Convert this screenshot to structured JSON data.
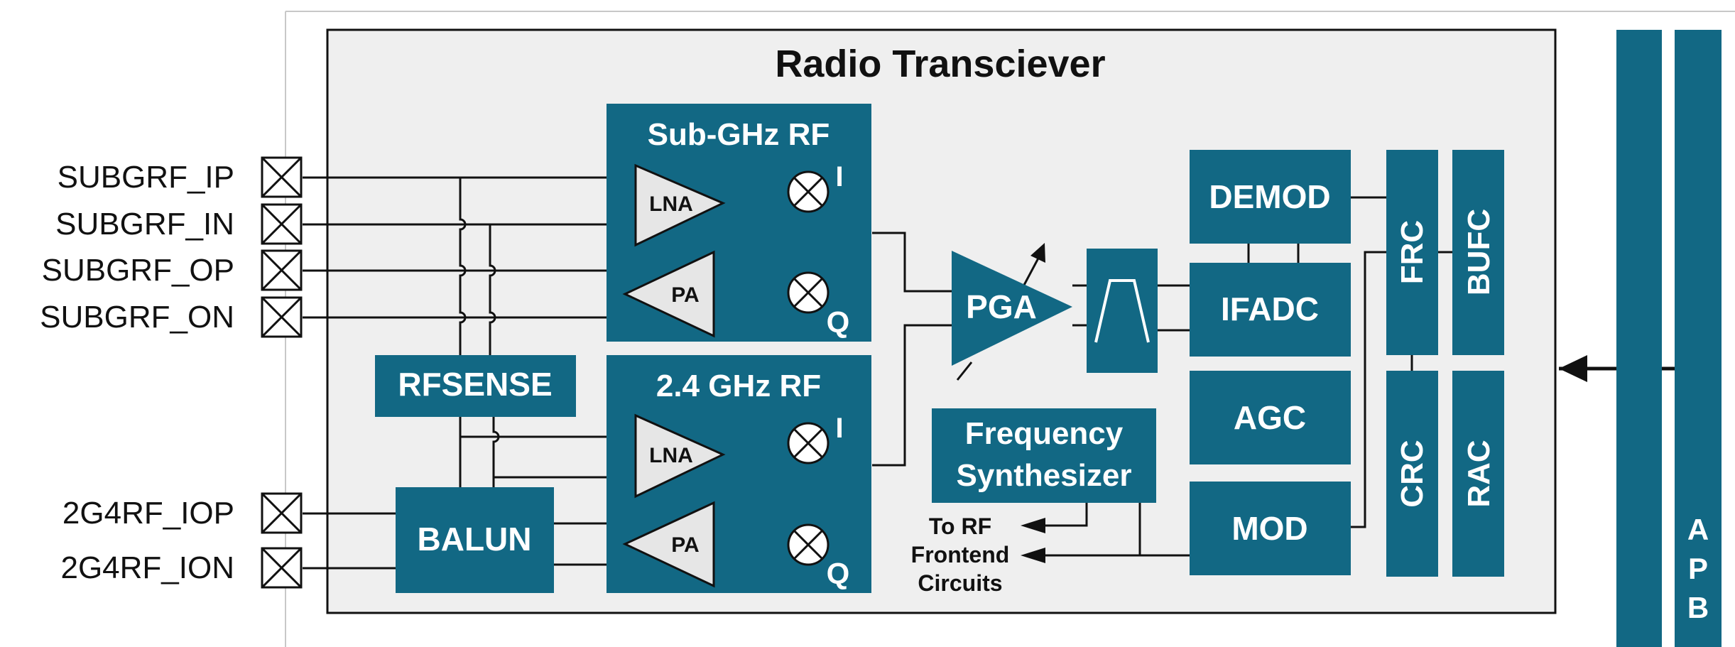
{
  "title": "Radio Transciever",
  "pins": {
    "subgrf_ip": "SUBGRF_IP",
    "subgrf_in": "SUBGRF_IN",
    "subgrf_op": "SUBGRF_OP",
    "subgrf_on": "SUBGRF_ON",
    "g24rf_iop": "2G4RF_IOP",
    "g24rf_ion": "2G4RF_ION"
  },
  "subghz": {
    "title": "Sub-GHz RF",
    "lna": "LNA",
    "pa": "PA",
    "i": "I",
    "q": "Q"
  },
  "ghz24": {
    "title": "2.4 GHz RF",
    "lna": "LNA",
    "pa": "PA",
    "i": "I",
    "q": "Q"
  },
  "blocks": {
    "rfsense": "RFSENSE",
    "balun": "BALUN",
    "pga": "PGA",
    "freq_line1": "Frequency",
    "freq_line2": "Synthesizer",
    "demod": "DEMOD",
    "ifadc": "IFADC",
    "agc": "AGC",
    "mod": "MOD",
    "frc": "FRC",
    "bufc": "BUFC",
    "crc": "CRC",
    "rac": "RAC"
  },
  "frontend_note": {
    "line1": "To RF",
    "line2": "Frontend",
    "line3": "Circuits"
  },
  "bus": {
    "a": "A",
    "p": "P",
    "b": "B"
  },
  "colors": {
    "block": "#126884",
    "panel": "#efefef",
    "line": "#111111",
    "text_on_block": "#ffffff"
  }
}
